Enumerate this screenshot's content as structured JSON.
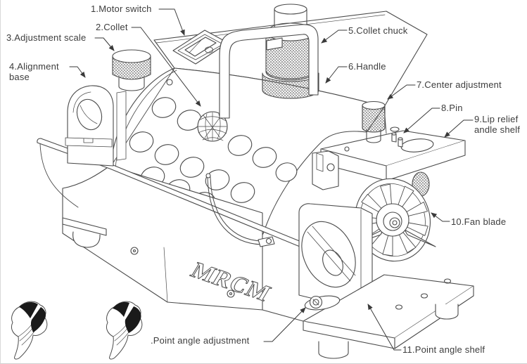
{
  "figure": {
    "type": "technical line diagram",
    "subject": "drill bit sharpener machine with numbered part callouts",
    "background_color": "#ffffff",
    "line_color": "#4a4a4a",
    "label_color": "#3d3d3d"
  },
  "logo": "MRCM",
  "callouts": [
    {
      "id": "motor-switch",
      "text": "1.Motor switch"
    },
    {
      "id": "collet",
      "text": "2.Collet"
    },
    {
      "id": "adjustment-scale",
      "text": "3.Adjustment scale"
    },
    {
      "id": "alignment-base",
      "text": "4.Alignment",
      "text2": "base"
    },
    {
      "id": "collet-chuck",
      "text": "5.Collet chuck"
    },
    {
      "id": "handle",
      "text": "6.Handle"
    },
    {
      "id": "center-adjustment",
      "text": "7.Center adjustment"
    },
    {
      "id": "pin",
      "text": "8.Pin"
    },
    {
      "id": "lip-relief-angle-shelf",
      "text": "9.Lip relief",
      "text2": "andle shelf"
    },
    {
      "id": "fan-blade",
      "text": "10.Fan blade"
    },
    {
      "id": "point-angle-shelf",
      "text": "11.Point angle shelf"
    },
    {
      "id": "point-angle-adjustment",
      "text": ".Point angle adjustment"
    }
  ]
}
